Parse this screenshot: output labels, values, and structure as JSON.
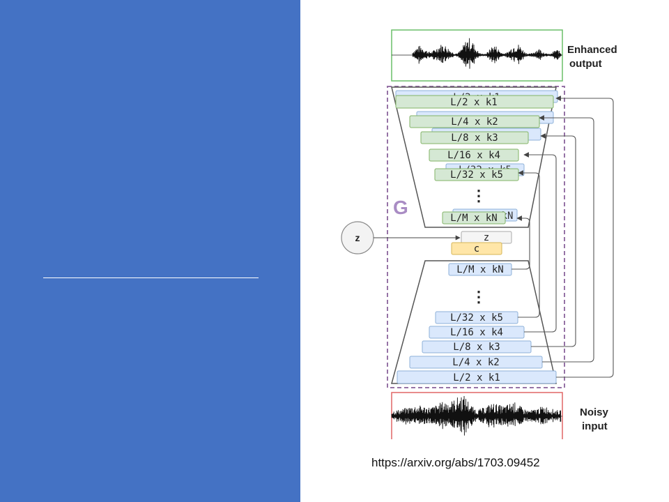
{
  "slide": {
    "title_lines": [
      "Speech",
      "Enhancement",
      "GAN"
    ],
    "source_url": "https://arxiv.org/abs/1703.09452"
  },
  "diagram": {
    "generator_label": "G",
    "output_label_lines": [
      "Enhanced",
      "output"
    ],
    "input_label_lines": [
      "Noisy",
      "input"
    ],
    "z_node": "z",
    "z_block": "z",
    "c_block": "c",
    "ellipsis": "⋮",
    "encoder_layers": [
      "L/2 x k1",
      "L/4 x k2",
      "L/8 x k3",
      "L/16 x k4",
      "L/32 x k5",
      "L/M x kN"
    ],
    "decoder_layers": [
      "L/2 x k1",
      "L/4 x k2",
      "L/8 x k3",
      "L/16 x k4",
      "L/32 x k5",
      "L/M x kN"
    ],
    "decoder_hidden_glimpses": [
      "L/2 x k1",
      "L/32 x k5",
      "kN"
    ]
  },
  "colors": {
    "slide_blue": "#4472c4",
    "encoder_fill": "#dae8fc",
    "decoder_fill": "#d5e8d4",
    "c_fill": "#ffe6a8",
    "output_frame": "#6abf69",
    "input_frame": "#e06666",
    "generator_frame": "#9673a6"
  }
}
